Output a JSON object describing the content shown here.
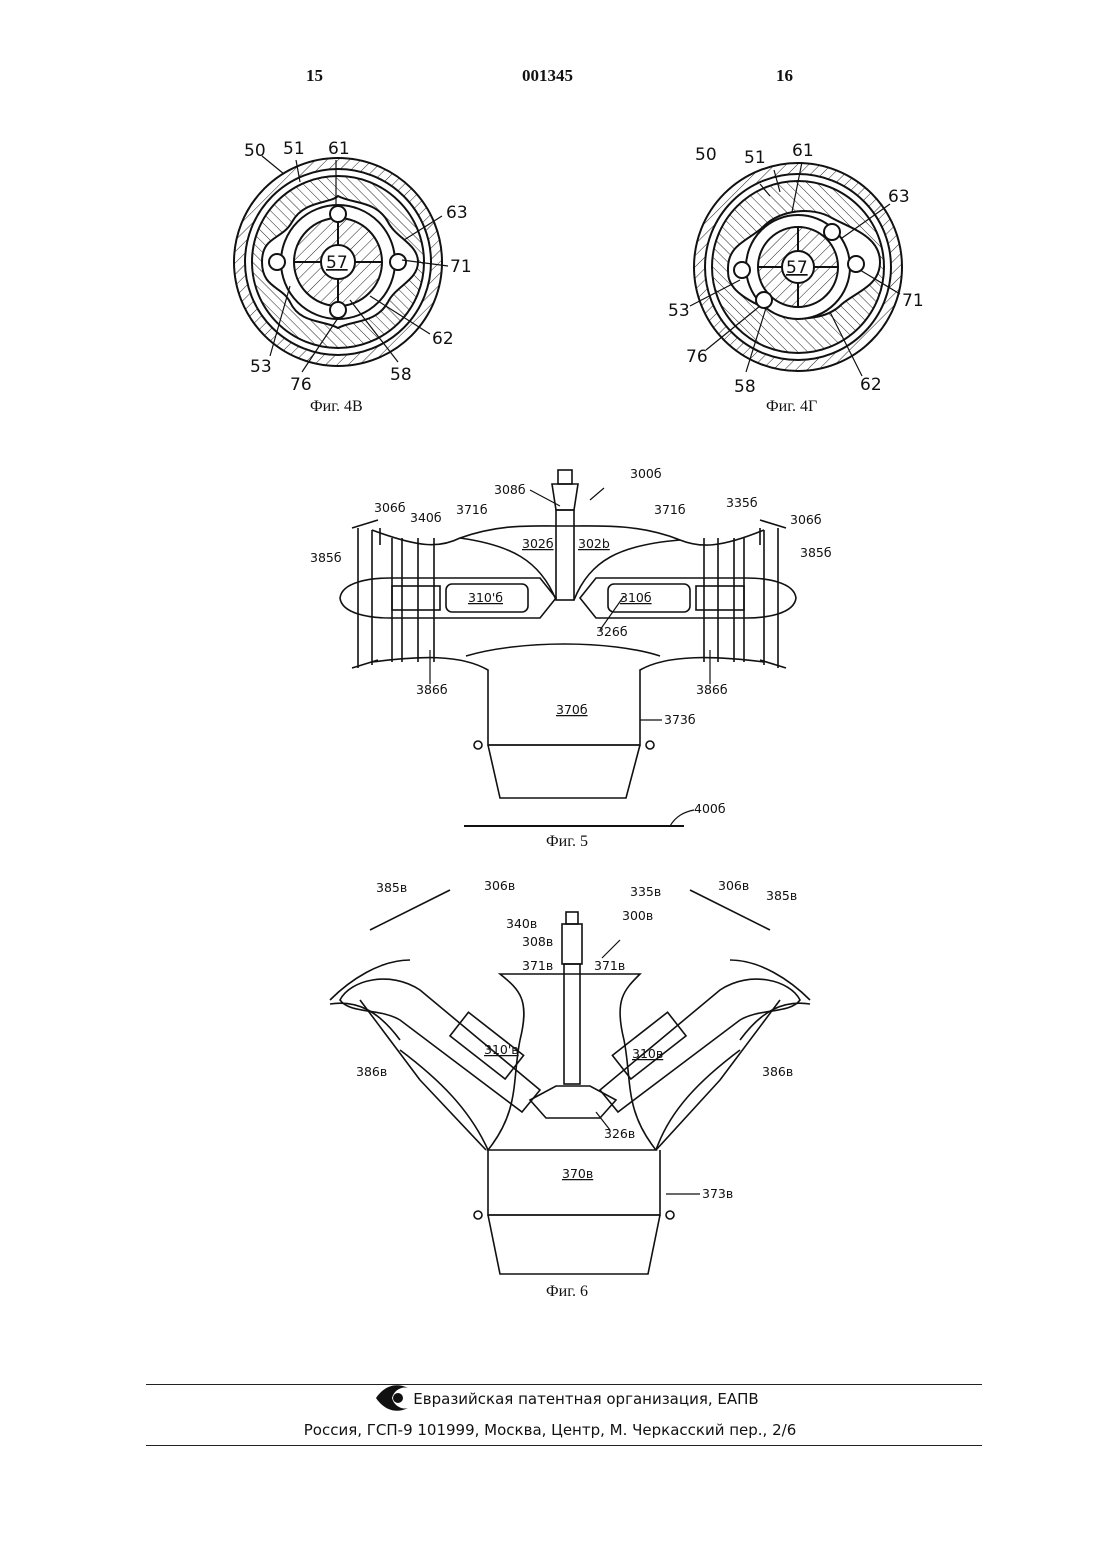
{
  "header": {
    "left_page": "15",
    "doc_number": "001345",
    "right_page": "16"
  },
  "figures": {
    "fig4v": {
      "caption": "Фиг. 4В",
      "labels": {
        "l50": "50",
        "l51": "51",
        "l61": "61",
        "l63": "63",
        "l57": "57",
        "l71": "71",
        "l62": "62",
        "l53": "53",
        "l76": "76",
        "l58": "58"
      }
    },
    "fig4g": {
      "caption": "Фиг. 4Г",
      "labels": {
        "l50": "50",
        "l51": "51",
        "l61": "61",
        "l63": "63",
        "l57": "57",
        "l71": "71",
        "l53": "53",
        "l76": "76",
        "l58": "58",
        "l62": "62"
      }
    },
    "fig5": {
      "caption": "Фиг. 5",
      "labels": {
        "l300": "300б",
        "l308": "308б",
        "l306a": "306б",
        "l340": "340б",
        "l371a": "371б",
        "l371b": "371б",
        "l335": "335б",
        "l306b": "306б",
        "l385a": "385б",
        "l385b": "385б",
        "l302a": "302б",
        "l302b": "302b",
        "l310a": "310'б",
        "l310b": "310б",
        "l326": "326б",
        "l386a": "386б",
        "l386b": "386б",
        "l370": "370б",
        "l373": "373б",
        "l400": "400б"
      }
    },
    "fig6": {
      "caption": "Фиг. 6",
      "labels": {
        "l385a": "385в",
        "l306a": "306в",
        "l335": "335в",
        "l306b": "306в",
        "l385b": "385в",
        "l340": "340в",
        "l300": "300в",
        "l308": "308в",
        "l371a": "371в",
        "l371b": "371в",
        "l310a": "310'в",
        "l310b": "310в",
        "l386a": "386в",
        "l386b": "386в",
        "l326": "326в",
        "l370": "370в",
        "l373": "373в"
      }
    }
  },
  "footer": {
    "organization": "Евразийская патентная организация, ЕАПВ",
    "address": "Россия, ГСП-9 101999, Москва, Центр, М. Черкасский пер., 2/6",
    "logo_icon": "eapo-eye-logo"
  }
}
